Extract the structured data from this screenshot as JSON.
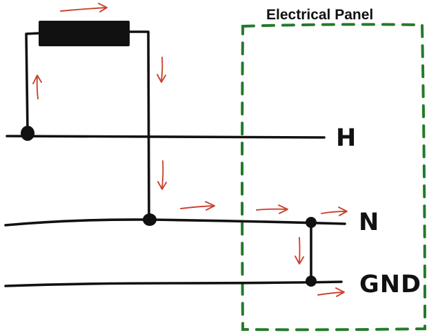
{
  "panel": {
    "title": "Electrical Panel",
    "border_color": "#237a2a"
  },
  "labels": {
    "hot": "H",
    "neutral": "N",
    "ground": "GND"
  },
  "colors": {
    "wire": "#111111",
    "current_arrow": "#c8442e"
  },
  "icons": [
    "resistor-icon",
    "junction-dot-icon",
    "current-arrow-icon"
  ]
}
